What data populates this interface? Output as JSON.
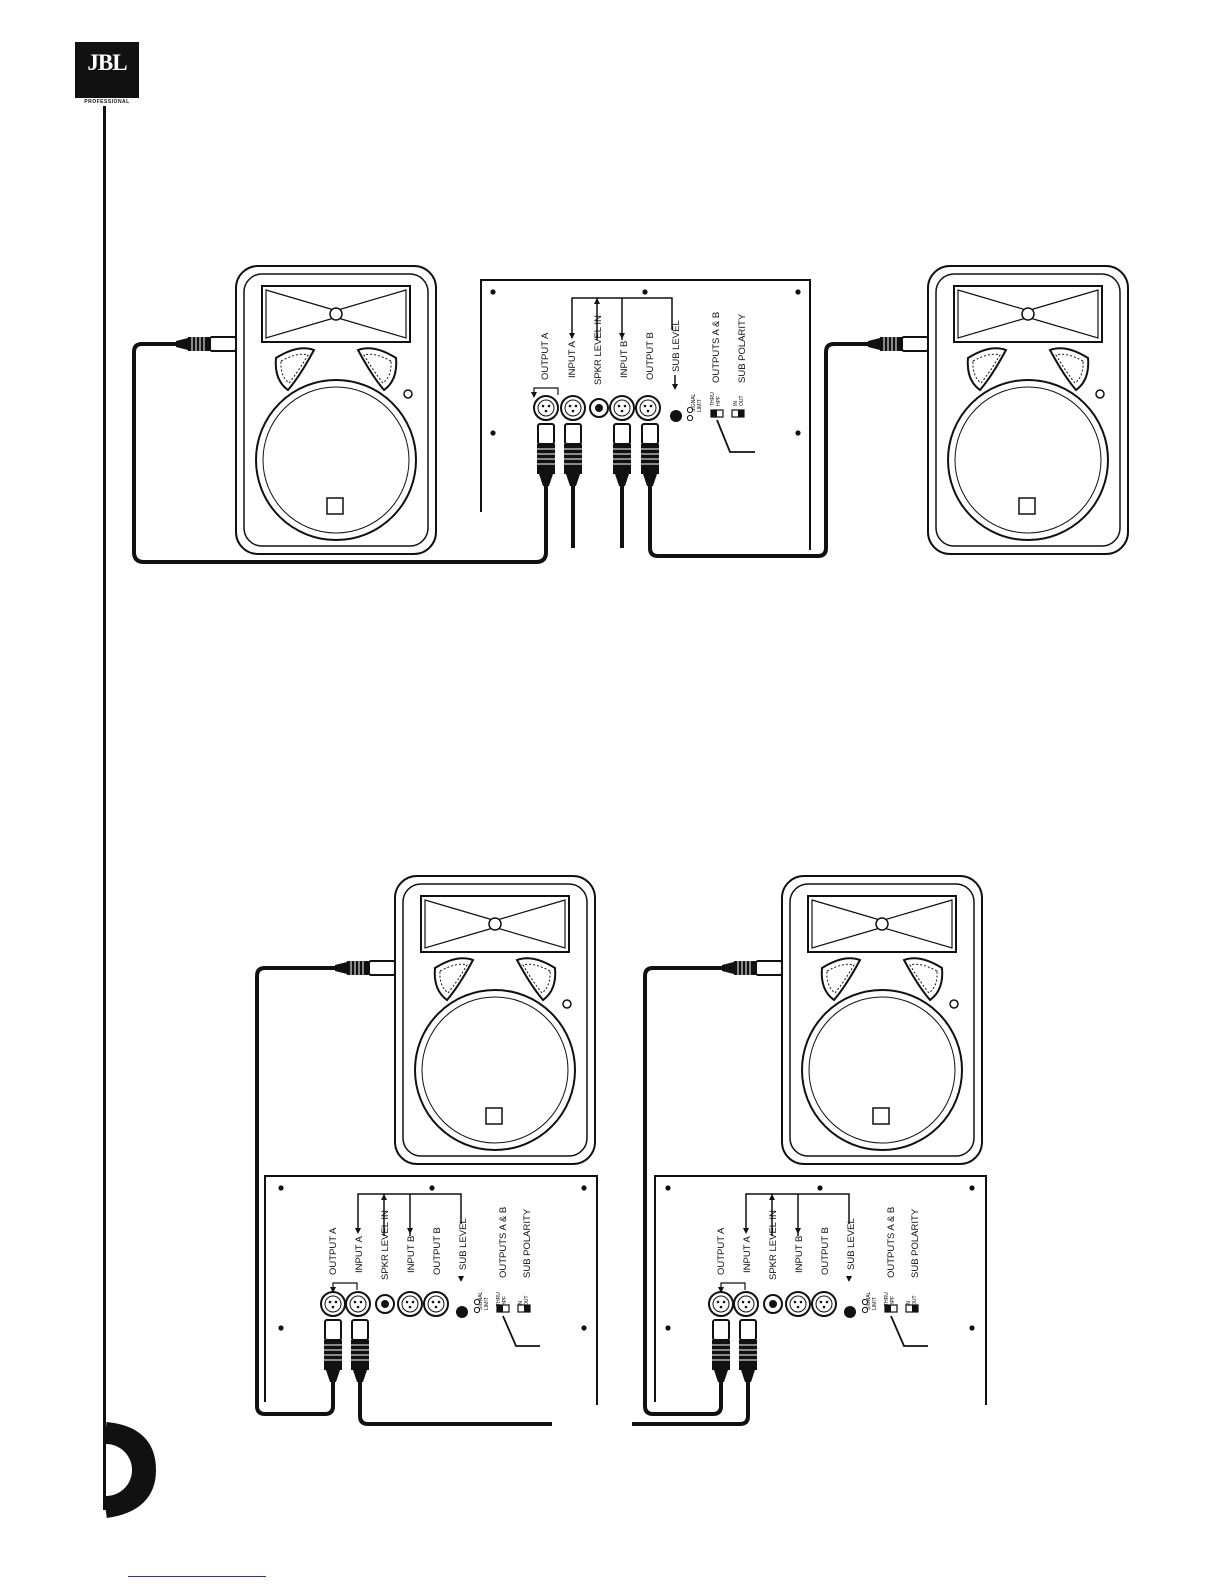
{
  "header": {
    "logo_text": "JBL",
    "logo_sub": "PROFESSIONAL"
  },
  "panel_labels": {
    "output_a": "OUTPUT A",
    "input_a": "INPUT A",
    "spkr_level_in": "SPKR LEVEL IN",
    "input_b": "INPUT B",
    "output_b": "OUTPUT B",
    "sub_level": "SUB LEVEL",
    "signal": "SIGNAL",
    "limit": "LIMIT",
    "thru": "THRU",
    "hpf": "HPF",
    "outputs_ab": "OUTPUTS A & B",
    "in": "IN",
    "out": "OUT",
    "sub_polarity": "SUB POLARITY"
  }
}
